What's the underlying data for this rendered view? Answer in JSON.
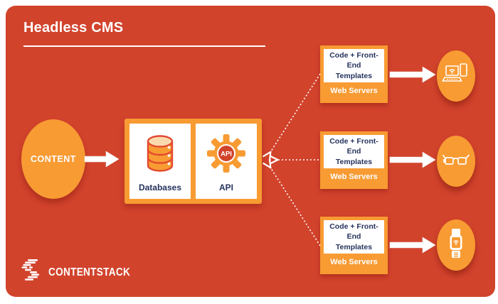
{
  "colors": {
    "canvas": "#d2432c",
    "accent_orange": "#f89b33",
    "panel_white": "#ffffff",
    "text_dark_navy": "#26335d",
    "db_top_cream": "#fbd9ae",
    "db_outline": "#e2492f"
  },
  "header": {
    "title": "Headless CMS"
  },
  "diagram": {
    "content_node": {
      "label": "CONTENT"
    },
    "cms_box": {
      "databases_label": "Databases",
      "api_label": "API",
      "api_badge": "API"
    },
    "web_server_boxes": [
      {
        "title_line1": "Code + Front-End",
        "title_line2": "Templates",
        "footer": "Web Servers",
        "device_icon": "laptop-and-mobile-icon"
      },
      {
        "title_line1": "Code + Front-End",
        "title_line2": "Templates",
        "footer": "Web Servers",
        "device_icon": "smart-glasses-icon"
      },
      {
        "title_line1": "Code + Front-End",
        "title_line2": "Templates",
        "footer": "Web Servers",
        "device_icon": "smartwatch-icon"
      }
    ]
  },
  "footer": {
    "brand": "CONTENTSTACK"
  }
}
